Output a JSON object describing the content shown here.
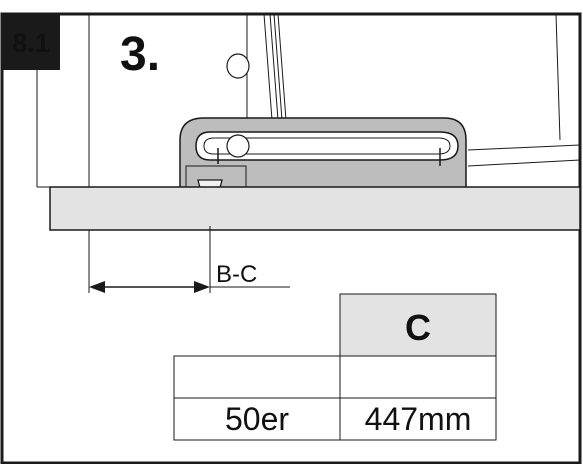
{
  "section_badge": "8.1",
  "step_label": "3.",
  "dimension_label": "B-C",
  "table": {
    "header": "C",
    "rows": [
      [
        "",
        ""
      ],
      [
        "50er",
        "447mm"
      ]
    ]
  },
  "colors": {
    "frame": "#1a1a1a",
    "badge_bg": "#1a1a1a",
    "badge_text": "#ffffff",
    "panel_fill": "#e3e3e3",
    "bracket_fill": "#bdbdbd",
    "header_fill": "#e3e3e3"
  }
}
